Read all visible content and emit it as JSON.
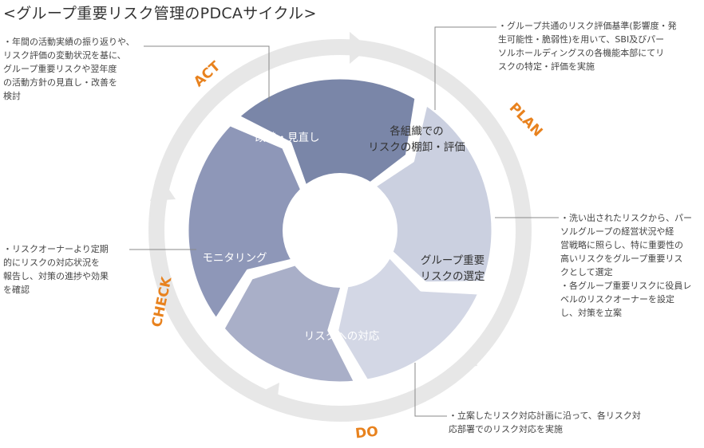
{
  "title": "<グループ重要リスク管理のPDCAサイクル>",
  "colors": {
    "ring": "#e7e7e7",
    "act_segment": "#7a86a8",
    "plan_segment": "#cbd0e0",
    "select_segment": "#d3d7e5",
    "do_segment": "#a9afc8",
    "check_segment": "#8e97b8",
    "phase_label": "#e8821e"
  },
  "segments": {
    "act": [
      "改善・見直し"
    ],
    "plan": [
      "各組織での",
      "リスクの棚卸・評価"
    ],
    "select": [
      "グループ重要",
      "リスクの選定"
    ],
    "do": [
      "リスクへの対応"
    ],
    "check": [
      "モニタリング"
    ]
  },
  "phases": {
    "plan": "PLAN",
    "do": "DO",
    "check": "CHECK",
    "act": "ACT"
  },
  "notes": {
    "act": [
      "・年間の活動実績の振り返りや、",
      "リスク評価の変動状況を基に、",
      "グループ重要リスクや翌年度",
      "の活動方針の見直し・改善を",
      "検討"
    ],
    "plan": [
      "・グループ共通のリスク評価基準(影響度・発",
      "生可能性・脆弱性)を用いて、SBI及びパー",
      "ソルホールディングスの各機能本部にてリ",
      "スクの特定・評価を実施"
    ],
    "select": [
      "・洗い出されたリスクから、パー",
      "ソルグループの経営状況や経",
      "営戦略に照らし、特に重要性の",
      "高いリスクをグループ重要リス",
      "クとして選定",
      "・各グループ重要リスクに役員レ",
      "ベルのリスクオーナーを設定",
      "し、対策を立案"
    ],
    "check": [
      "・リスクオーナーより定期",
      "的にリスクの対応状況を",
      "報告し、対策の進捗や効果",
      "を確認"
    ],
    "do": [
      "・立案したリスク対応計画に沿って、各リスク対",
      "応部署でのリスク対応を実施"
    ]
  }
}
